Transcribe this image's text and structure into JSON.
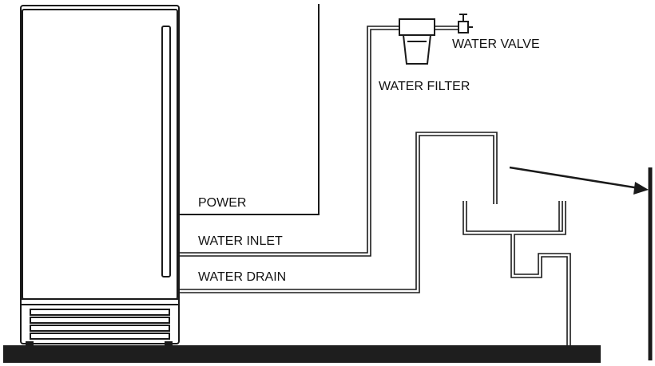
{
  "labels": {
    "power": "POWER",
    "water_inlet": "WATER INLET",
    "water_drain": "WATER DRAIN",
    "water_filter": "WATER FILTER",
    "water_valve": "WATER VALVE"
  },
  "colors": {
    "line": "#1a1a1a",
    "floor": "#1e1e1e",
    "background": "#ffffff"
  }
}
